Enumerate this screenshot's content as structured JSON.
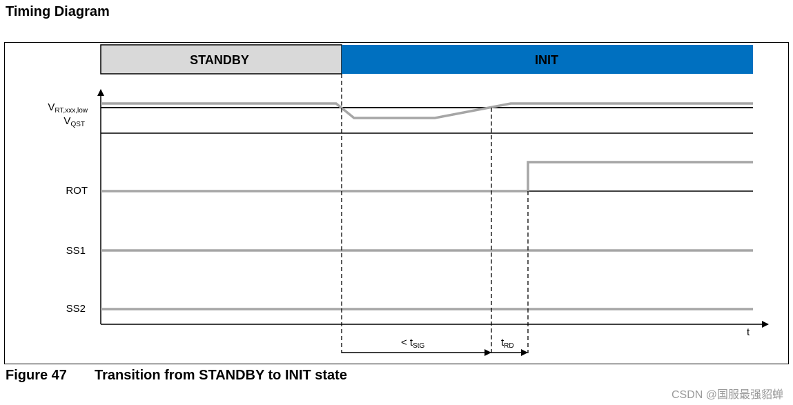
{
  "heading": "Timing Diagram",
  "states": {
    "standby": "STANDBY",
    "init": "INIT"
  },
  "signals": {
    "vrt": {
      "main": "V",
      "sub": "RT,xxx,low"
    },
    "vqst": {
      "main": "V",
      "sub": "QST"
    },
    "rot": "ROT",
    "ss1": "SS1",
    "ss2": "SS2"
  },
  "axis_label": "t",
  "timings": {
    "tstg": {
      "prefix": "< t",
      "sub": "StG"
    },
    "trd": {
      "main": "t",
      "sub": "RD"
    }
  },
  "caption": {
    "figure": "Figure 47",
    "title": "Transition from STANDBY to INIT state"
  },
  "watermark": "CSDN @国服最强貂蝉",
  "colors": {
    "init_bar": "#0070c0",
    "standby_bar": "#d9d9d9",
    "signal": "#a6a6a6"
  }
}
